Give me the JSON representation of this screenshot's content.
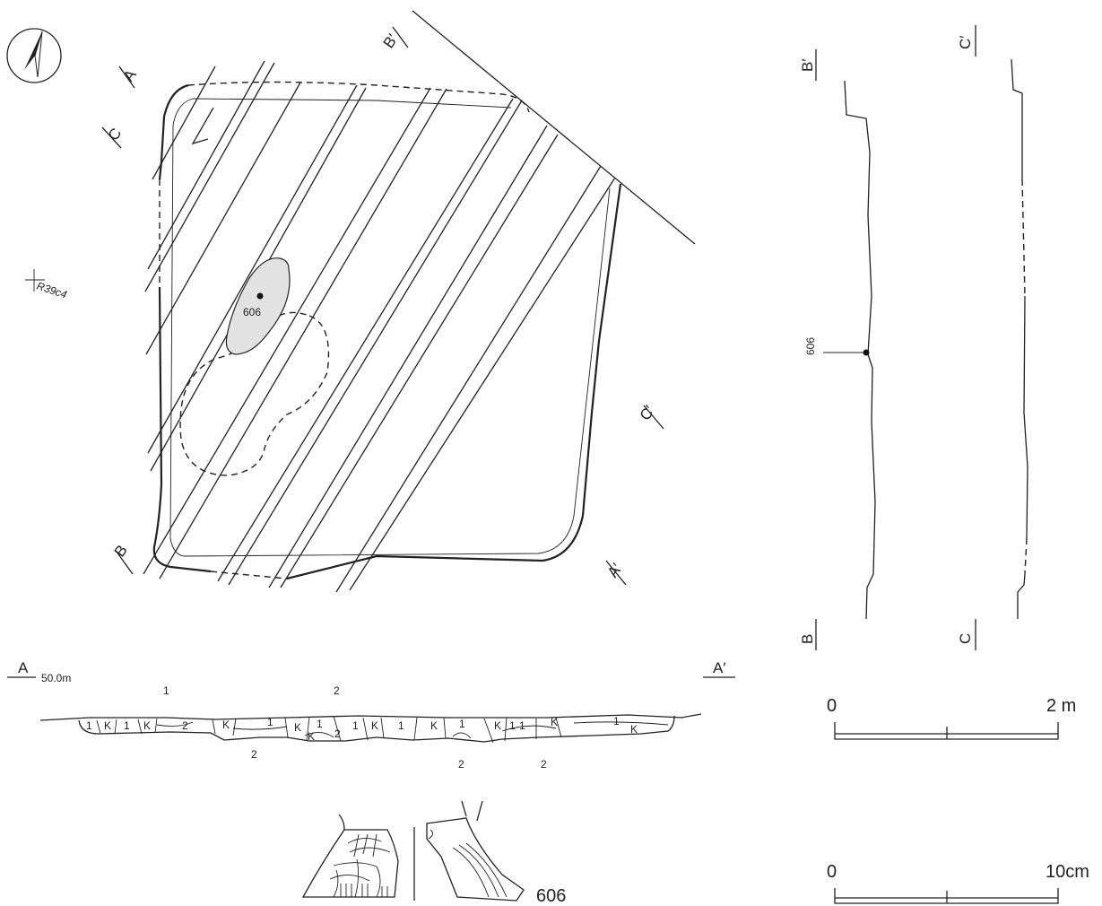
{
  "plan": {
    "section_labels": {
      "a": "A",
      "a_prime": "A′",
      "b": "B",
      "b_prime": "B′",
      "c": "C",
      "c_prime": "C′"
    },
    "grid_point": "R39c4",
    "artifact_number": "606",
    "north_arrow": "north-arrow-icon"
  },
  "section_aa": {
    "start_label": "A",
    "end_label": "A′",
    "elevation": "50.0m",
    "layer_labels": [
      "1",
      "K",
      "1",
      "K",
      "2",
      "K",
      "1",
      "K",
      "1",
      "2",
      "1",
      "K",
      "1",
      "K",
      "1",
      "K",
      "1",
      "K",
      "1",
      "K",
      "1",
      "2",
      "K",
      "2",
      "2",
      "2",
      "1"
    ]
  },
  "section_bb": {
    "top_label": "B′",
    "bottom_label": "B",
    "artifact_number": "606"
  },
  "section_cc": {
    "top_label": "C′",
    "bottom_label": "C"
  },
  "scale_bars": {
    "large": {
      "zero": "0",
      "end": "2 m"
    },
    "small": {
      "zero": "0",
      "end": "10cm"
    }
  },
  "artifact": {
    "label": "606"
  }
}
